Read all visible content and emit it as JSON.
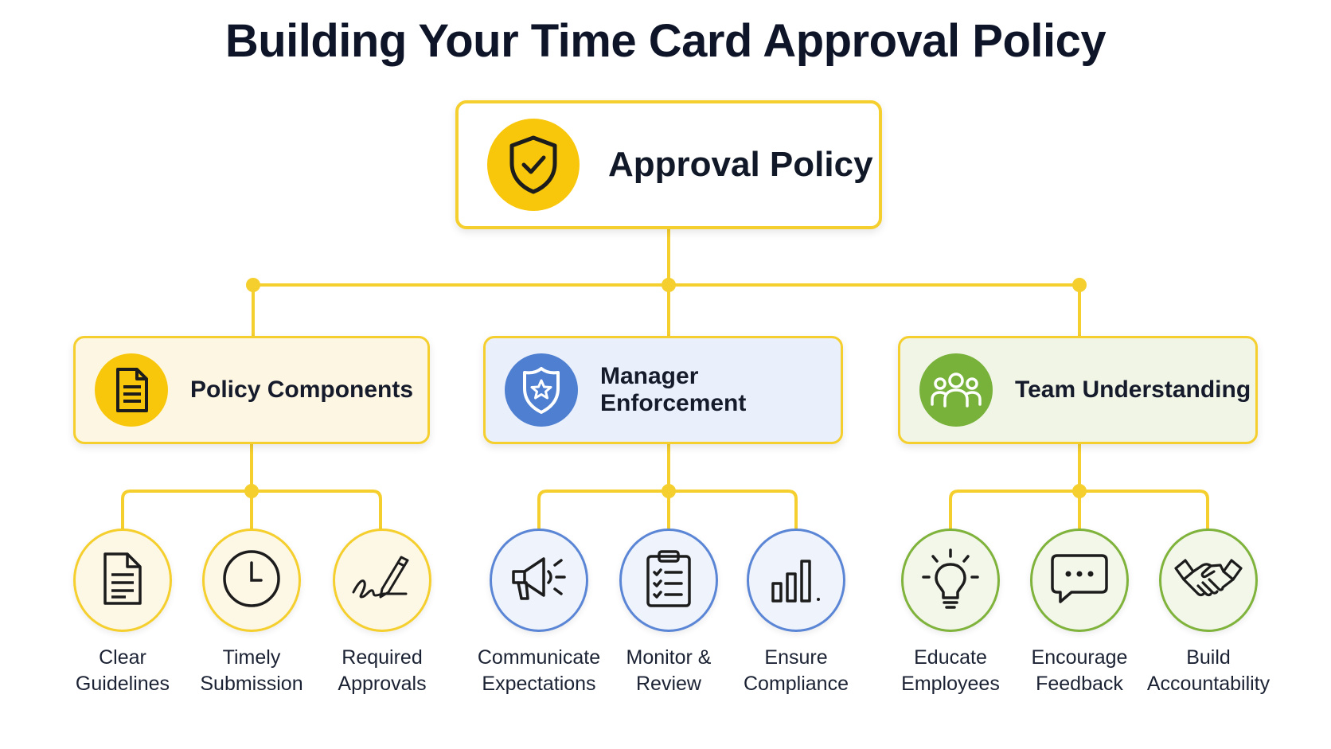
{
  "title": "Building Your Time Card Approval Policy",
  "root": {
    "label": "Approval Policy",
    "icon": "shield-check-icon",
    "color": "#F8C70C"
  },
  "categories": [
    {
      "label": "Policy Components",
      "icon": "document-icon",
      "color": "#F8C70C",
      "children": [
        {
          "line1": "Clear",
          "line2": "Guidelines",
          "icon": "document-icon"
        },
        {
          "line1": "Timely",
          "line2": "Submission",
          "icon": "clock-icon"
        },
        {
          "line1": "Required",
          "line2": "Approvals",
          "icon": "signature-pen-icon"
        }
      ]
    },
    {
      "label": "Manager Enforcement",
      "icon": "badge-star-icon",
      "color": "#4F7FD1",
      "children": [
        {
          "line1": "Communicate",
          "line2": "Expectations",
          "icon": "megaphone-icon"
        },
        {
          "line1": "Monitor &",
          "line2": "Review",
          "icon": "clipboard-checklist-icon"
        },
        {
          "line1": "Ensure",
          "line2": "Compliance",
          "icon": "bar-chart-icon"
        }
      ]
    },
    {
      "label": "Team Understanding",
      "icon": "team-group-icon",
      "color": "#78B23A",
      "children": [
        {
          "line1": "Educate",
          "line2": "Employees",
          "icon": "lightbulb-icon"
        },
        {
          "line1": "Encourage",
          "line2": "Feedback",
          "icon": "chat-bubble-icon"
        },
        {
          "line1": "Build",
          "line2": "Accountability",
          "icon": "handshake-icon"
        }
      ]
    }
  ],
  "connector_color": "#F5CF2E"
}
